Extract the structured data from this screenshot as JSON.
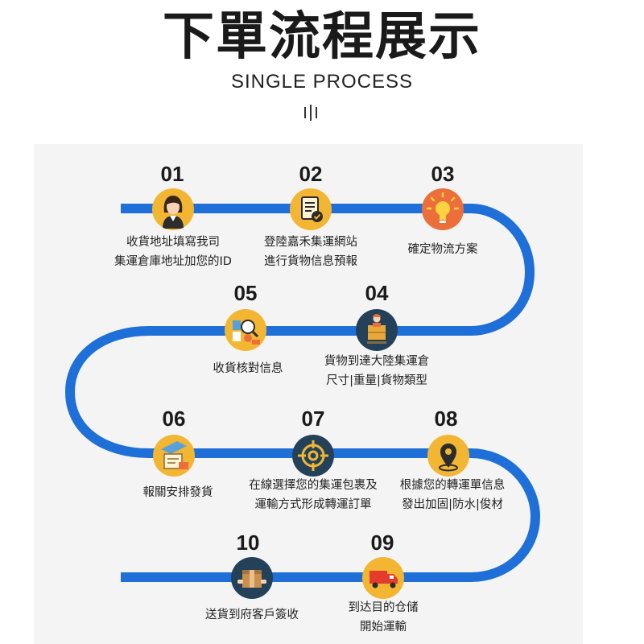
{
  "header": {
    "title": "下單流程展示",
    "subtitle": "SINGLE PROCESS"
  },
  "colors": {
    "route": "#1f6fd9",
    "panel": "#f4f4f4",
    "circle_yellow": "#f2b632",
    "circle_orange": "#ec6f3b",
    "circle_navy": "#24415a"
  },
  "steps": [
    {
      "number": "01",
      "icon": "woman-avatar-icon",
      "lines": [
        "收貨地址填寫我司",
        "集運倉庫地址加您的ID"
      ]
    },
    {
      "number": "02",
      "icon": "document-check-icon",
      "lines": [
        "登陸嘉禾集運網站",
        "進行貨物信息預報"
      ]
    },
    {
      "number": "03",
      "icon": "lightbulb-icon",
      "lines": [
        "確定物流方案"
      ]
    },
    {
      "number": "04",
      "icon": "warehouse-worker-icon",
      "lines": [
        "貨物到達大陸集運倉",
        "尺寸|重量|貨物類型"
      ]
    },
    {
      "number": "05",
      "icon": "inspection-icon",
      "lines": [
        "收貨核對信息"
      ]
    },
    {
      "number": "06",
      "icon": "customs-declaration-icon",
      "lines": [
        "報關安排發貨"
      ]
    },
    {
      "number": "07",
      "icon": "target-icon",
      "lines": [
        "在線選擇您的集運包裹及",
        "運輸方式形成轉運訂單"
      ]
    },
    {
      "number": "08",
      "icon": "location-pin-icon",
      "lines": [
        "根據您的轉運單信息",
        "發出加固|防水|俊材"
      ]
    },
    {
      "number": "09",
      "icon": "delivery-truck-icon",
      "lines": [
        "到达目的仓储",
        "開始運輸"
      ]
    },
    {
      "number": "10",
      "icon": "parcel-box-icon",
      "lines": [
        "送貨到府客戶簽收"
      ]
    }
  ]
}
